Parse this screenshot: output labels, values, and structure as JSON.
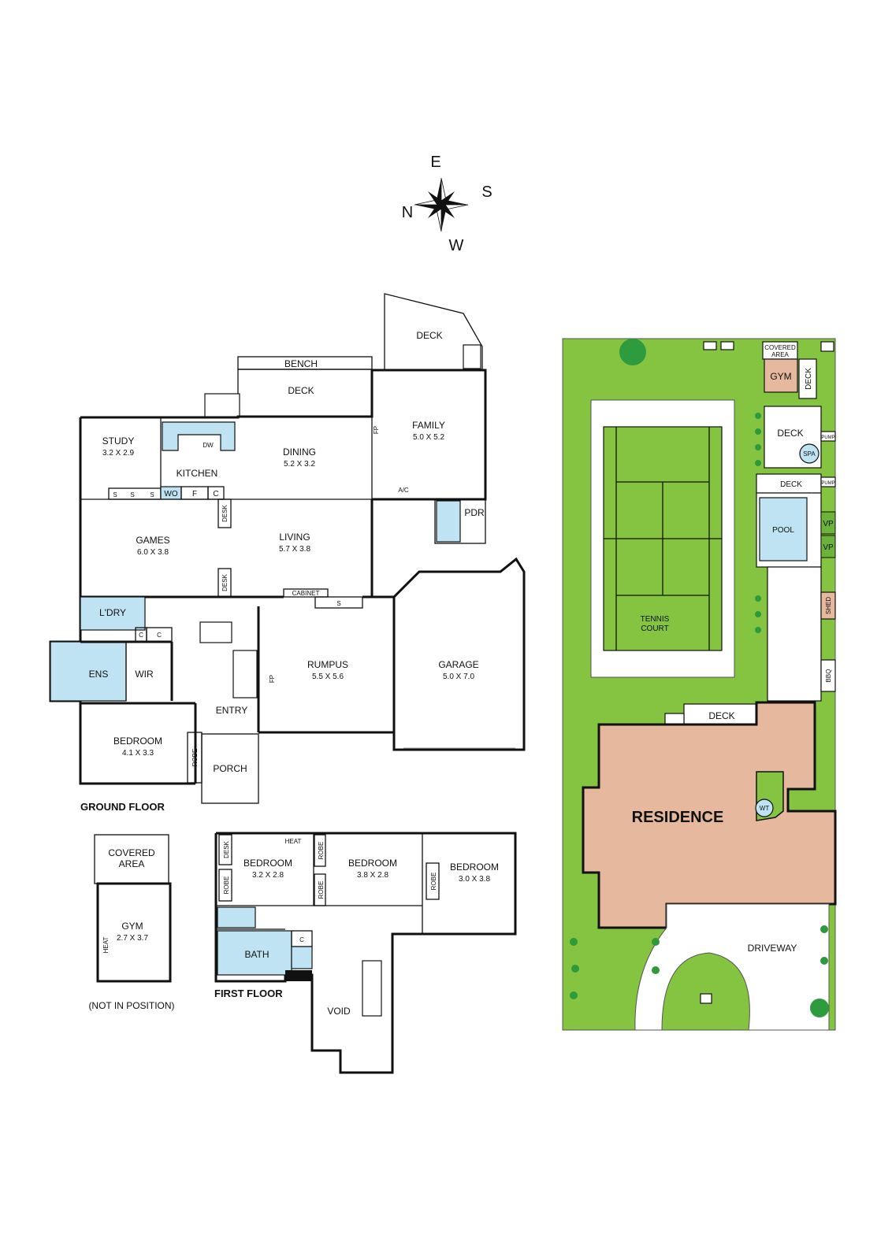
{
  "compass": {
    "e": "E",
    "s": "S",
    "n": "N",
    "w": "W"
  },
  "headers": {
    "ground": "GROUND FLOOR",
    "first": "FIRST FLOOR",
    "not_in_position": "(NOT IN POSITION)"
  },
  "ground": {
    "deck_top": "DECK",
    "bench": "BENCH",
    "deck": "DECK",
    "family": {
      "name": "FAMILY",
      "size": "5.0 X 5.2"
    },
    "study": {
      "name": "STUDY",
      "size": "3.2 X 2.9"
    },
    "dw": "DW",
    "kitchen": "KITCHEN",
    "dining": {
      "name": "DINING",
      "size": "5.2 X 3.2"
    },
    "fp": "FP",
    "ac": "A/C",
    "s": "S",
    "wo": "WO",
    "f": "F",
    "c": "C",
    "desk": "DESK",
    "pdr": "PDR",
    "games": {
      "name": "GAMES",
      "size": "6.0 X 3.8"
    },
    "living": {
      "name": "LIVING",
      "size": "5.7 X 3.8"
    },
    "cabinet": "CABINET",
    "laundry": "L'DRY",
    "ens": "ENS",
    "wir": "WIR",
    "rumpus": {
      "name": "RUMPUS",
      "size": "5.5 X 5.6"
    },
    "garage": {
      "name": "GARAGE",
      "size": "5.0 X 7.0"
    },
    "entry": "ENTRY",
    "bedroom": {
      "name": "BEDROOM",
      "size": "4.1 X 3.3"
    },
    "robe": "ROBE",
    "porch": "PORCH"
  },
  "gym_plan": {
    "covered": [
      "COVERED",
      "AREA"
    ],
    "gym": {
      "name": "GYM",
      "size": "2.7 X 3.7"
    },
    "heat": "HEAT"
  },
  "first": {
    "desk": "DESK",
    "heat": "HEAT",
    "robe": "ROBE",
    "bed1": {
      "name": "BEDROOM",
      "size": "3.2 X 2.8"
    },
    "bed2": {
      "name": "BEDROOM",
      "size": "3.8 X 2.8"
    },
    "bed3": {
      "name": "BEDROOM",
      "size": "3.0 X 3.8"
    },
    "bath": "BATH",
    "c": "C",
    "void": "VOID"
  },
  "site": {
    "covered": [
      "COVERED",
      "AREA"
    ],
    "gym": "GYM",
    "deck1": "DECK",
    "deck2": "DECK",
    "deck3": "DECK",
    "deck4": "DECK",
    "spa": "SPA",
    "pump": "PUMP",
    "pool": "POOL",
    "vp": "VP",
    "tennis": [
      "TENNIS",
      "COURT"
    ],
    "shed": "SHED",
    "bbq": "BBQ",
    "residence": "RESIDENCE",
    "wt": "WT",
    "driveway": "DRIVEWAY"
  },
  "colors": {
    "grass": "#84c441",
    "house": "#e6b99f",
    "water": "#bfe3f3",
    "tree": "#2e9b3e"
  }
}
